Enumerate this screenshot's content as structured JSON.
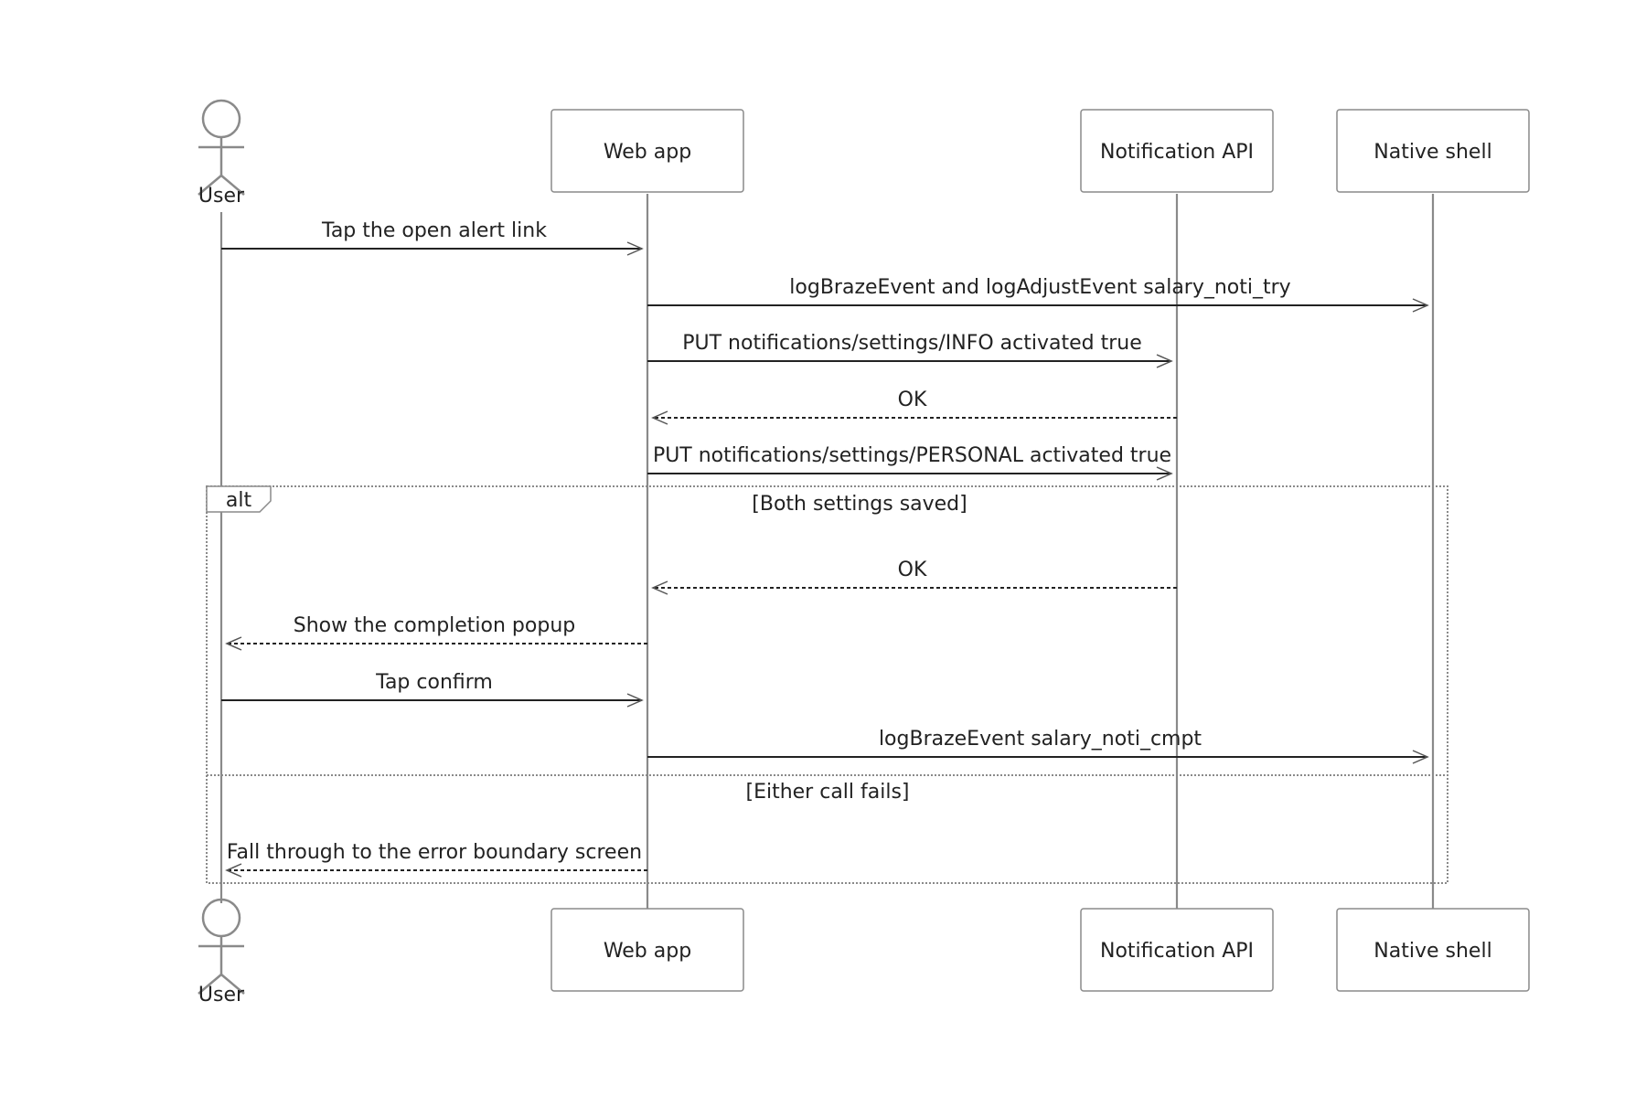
{
  "participants": [
    {
      "id": "user",
      "label": "User",
      "kind": "actor"
    },
    {
      "id": "web",
      "label": "Web app",
      "kind": "box"
    },
    {
      "id": "api",
      "label": "Notification API",
      "kind": "box"
    },
    {
      "id": "native",
      "label": "Native shell",
      "kind": "box"
    }
  ],
  "messages": [
    {
      "from": "user",
      "to": "web",
      "label": "Tap the open alert link",
      "style": "solid"
    },
    {
      "from": "web",
      "to": "native",
      "label": "logBrazeEvent and logAdjustEvent salary_noti_try",
      "style": "solid"
    },
    {
      "from": "web",
      "to": "api",
      "label": "PUT notifications/settings/INFO activated true",
      "style": "solid"
    },
    {
      "from": "api",
      "to": "web",
      "label": "OK",
      "style": "dashed"
    },
    {
      "from": "web",
      "to": "api",
      "label": "PUT notifications/settings/PERSONAL activated true",
      "style": "solid"
    },
    {
      "from": "api",
      "to": "web",
      "label": "OK",
      "style": "dashed"
    },
    {
      "from": "web",
      "to": "user",
      "label": "Show the completion popup",
      "style": "dashed"
    },
    {
      "from": "user",
      "to": "web",
      "label": "Tap confirm",
      "style": "solid"
    },
    {
      "from": "web",
      "to": "native",
      "label": "logBrazeEvent salary_noti_cmpt",
      "style": "solid"
    },
    {
      "from": "web",
      "to": "user",
      "label": "Fall through to the error boundary screen",
      "style": "dashed"
    }
  ],
  "frame": {
    "tag": "alt",
    "sections": [
      "[Both settings saved]",
      "[Either call fails]"
    ]
  }
}
